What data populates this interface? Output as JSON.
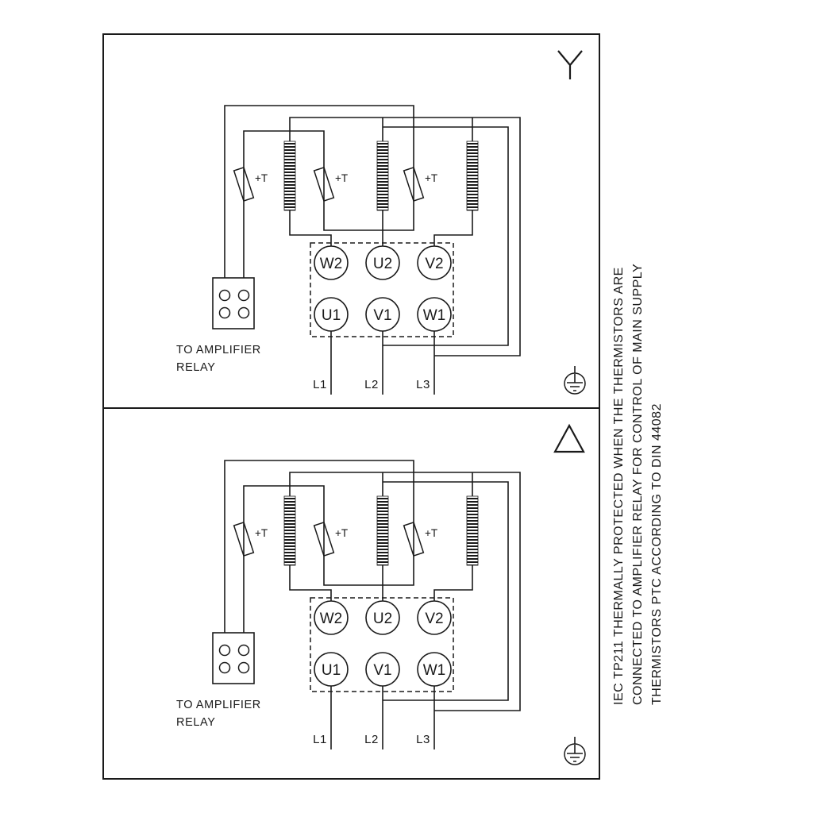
{
  "colors": {
    "line": "#1a1a1a",
    "background": "#ffffff"
  },
  "side_note": {
    "lines": [
      "IEC TP211 THERMALLY PROTECTED WHEN THE THERMISTORS ARE",
      "CONNECTED TO AMPLIFIER RELAY FOR CONTROL OF MAIN SUPPLY",
      "THERMISTORS PTC ACCORDING TO DIN 44082"
    ]
  },
  "panels": [
    {
      "connection": "star",
      "symbol_icon": "star-icon",
      "thermistor_labels": [
        "+T",
        "+T",
        "+T"
      ],
      "relay_note": [
        "TO AMPLIFIER",
        "RELAY"
      ],
      "terminals": {
        "top": [
          "W2",
          "U2",
          "V2"
        ],
        "bottom": [
          "U1",
          "V1",
          "W1"
        ]
      },
      "supply": [
        "L1",
        "L2",
        "L3"
      ]
    },
    {
      "connection": "delta",
      "symbol_icon": "delta-icon",
      "thermistor_labels": [
        "+T",
        "+T",
        "+T"
      ],
      "relay_note": [
        "TO AMPLIFIER",
        "RELAY"
      ],
      "terminals": {
        "top": [
          "W2",
          "U2",
          "V2"
        ],
        "bottom": [
          "U1",
          "V1",
          "W1"
        ]
      },
      "supply": [
        "L1",
        "L2",
        "L3"
      ]
    }
  ]
}
